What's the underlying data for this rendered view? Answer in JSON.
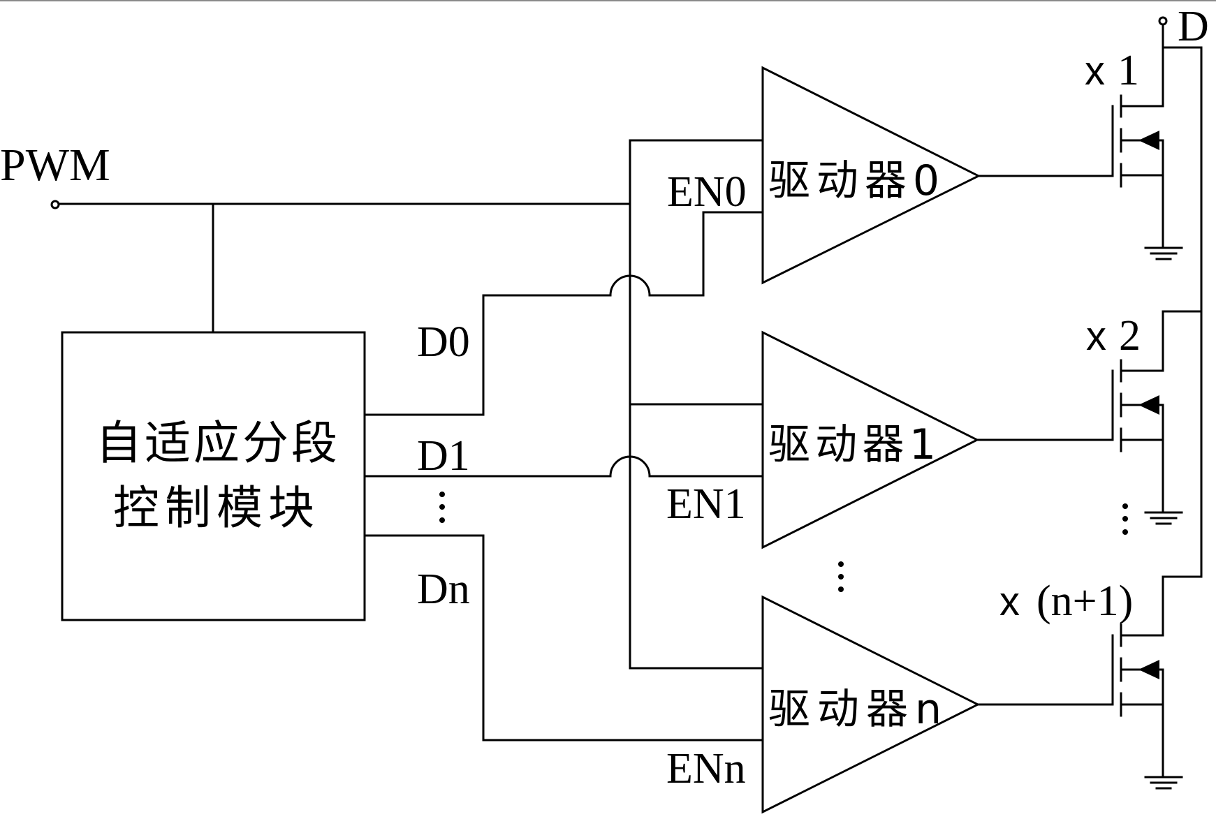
{
  "diagram": {
    "input_label": "PWM",
    "output_label": "D",
    "control_block": {
      "line1": "自适应分段",
      "line2": "控制模块"
    },
    "control_outputs": [
      {
        "label": "D0"
      },
      {
        "label": "D1"
      },
      {
        "label": "Dn"
      }
    ],
    "drivers": [
      {
        "label": "驱动器0",
        "enable_label": "EN0"
      },
      {
        "label": "驱动器1",
        "enable_label": "EN1"
      },
      {
        "label": "驱动器n",
        "enable_label": "ENn"
      }
    ],
    "transistors": [
      {
        "multiplier_prefix": "x",
        "multiplier": "1"
      },
      {
        "multiplier_prefix": "x",
        "multiplier": "2"
      },
      {
        "multiplier_prefix": "x",
        "multiplier": "(n+1)"
      }
    ],
    "ellipsis": "⋮"
  }
}
